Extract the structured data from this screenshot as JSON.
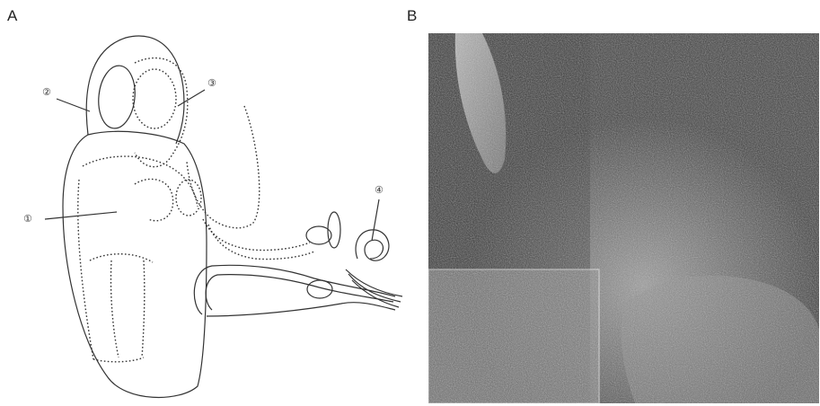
{
  "panel_a": {
    "letter": "A",
    "labels": [
      "①",
      "②",
      "③",
      "④"
    ]
  },
  "panel_b": {
    "letter": "B"
  },
  "colors": {
    "line": "#333333",
    "micrograph_dark": "#3a3a3a",
    "micrograph_light": "#bdbdbd",
    "inset_border": "#e8e8e8"
  }
}
